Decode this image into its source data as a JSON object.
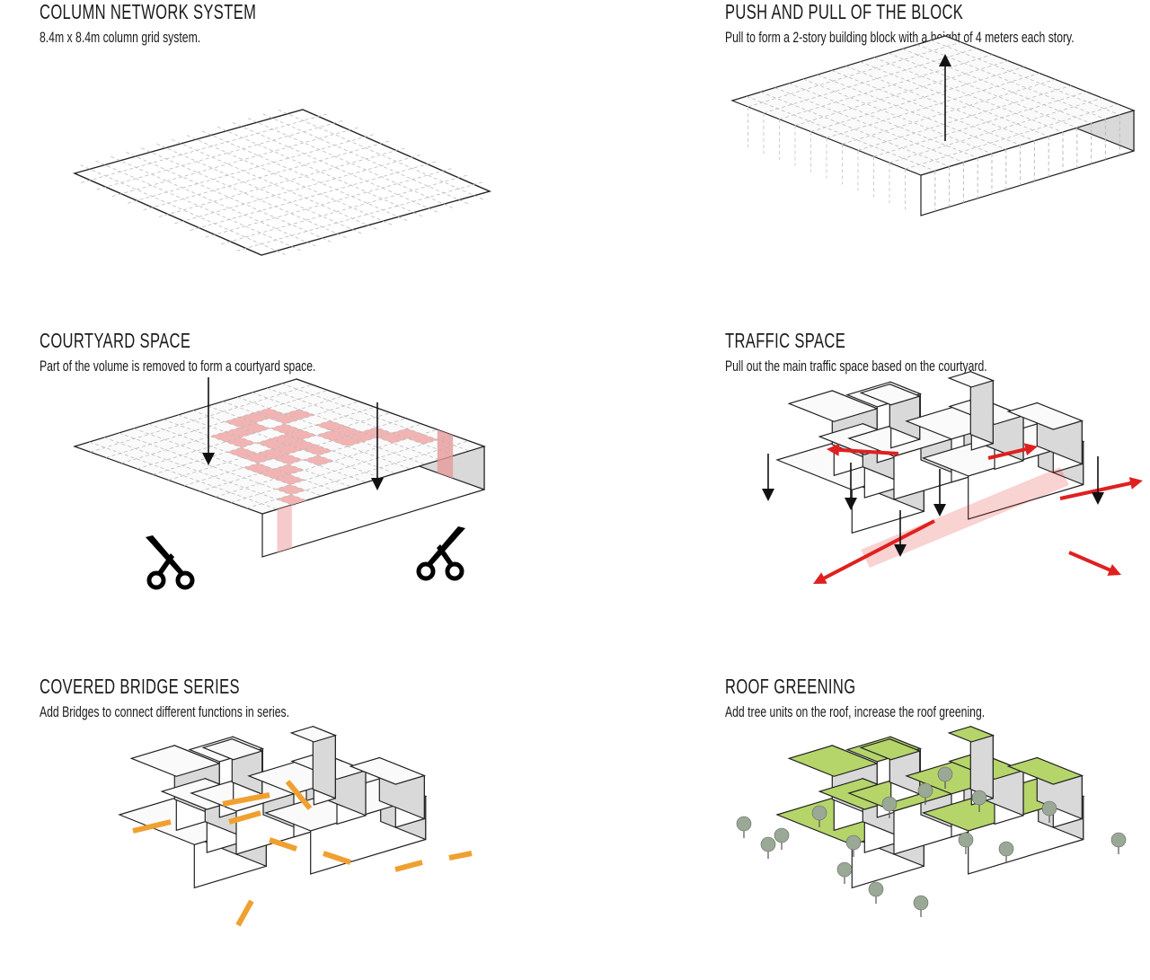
{
  "panels": [
    {
      "title": "COLUMN NETWORK SYSTEM",
      "subtitle": "8.4m x 8.4m column grid system."
    },
    {
      "title": "PUSH AND PULL OF THE BLOCK",
      "subtitle": "Pull to form a 2-story building block with a height of 4 meters each story."
    },
    {
      "title": "COURTYARD SPACE",
      "subtitle": "Part of the volume is removed to form a courtyard space."
    },
    {
      "title": "TRAFFIC SPACE",
      "subtitle": "Pull out the main traffic space based on the courtyard."
    },
    {
      "title": "COVERED BRIDGE SERIES",
      "subtitle": "Add Bridges to connect different functions in series."
    },
    {
      "title": "ROOF GREENING",
      "subtitle": "Add tree units on the roof, increase the roof greening."
    }
  ],
  "colors": {
    "courtyard": "#f2b3b3",
    "traffic": "#e02020",
    "bridge": "#f0a030",
    "greening": "#b5d56a",
    "block": "#f4f4f4"
  }
}
